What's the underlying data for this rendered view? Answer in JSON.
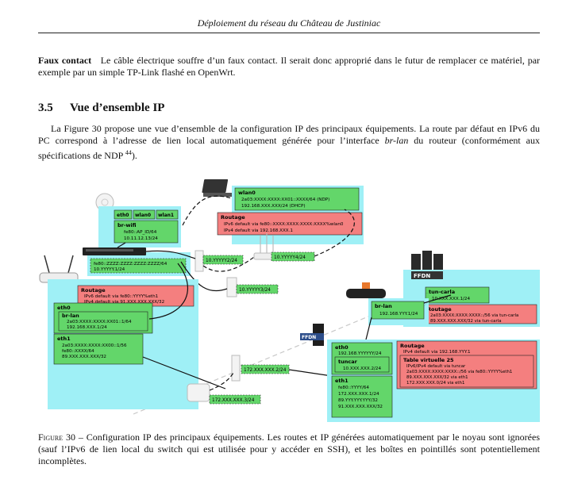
{
  "header": {
    "running_title": "Déploiement du réseau du Château de Justiniac"
  },
  "para1": {
    "lead": "Faux contact",
    "text": "Le câble électrique souffre d’un faux contact. Il serait donc approprié dans le futur de remplacer ce matériel, par exemple par un simple TP-Link flashé en OpenWrt."
  },
  "section": {
    "number": "3.5",
    "title": "Vue d’ensemble IP"
  },
  "para2": {
    "text_a": "La Figure 30 propose une vue d’ensemble de la configuration IP des principaux équipements. La route par défaut en IPv6 du PC correspond à l’adresse de lien local automatiquement générée pour l’interface ",
    "iface": "br-lan",
    "text_b": " du routeur (conformément aux spécifications de NDP ",
    "footnote": "44",
    "text_c": ")."
  },
  "figure": {
    "pc": {
      "iface": "wlan0",
      "addr1": "2a03:XXXX:XXXX:XX01::XXXX/64 (NDP)",
      "addr2": "192.168.XXX.XXX/24 (DHCP)",
      "route_title": "Routage",
      "route1": "IPv6 default via fe80::XXXX:XXXX:XXXX:XXXX%wlan0",
      "route2": "IPv4 default via 192.168.XXX.1"
    },
    "ap_left": {
      "tabs": [
        "eth0",
        "wlan0",
        "wlan1"
      ],
      "bridge": "br-wifi",
      "addr1": "fe80::AP_ID/64",
      "addr2": "10.11.12.13/24"
    },
    "switch": {
      "addr1": "fe80::ZZZZ:ZZZZ:ZZZZ:ZZZZ/64",
      "addr2": "10.YYYYY.1/24"
    },
    "router": {
      "route_title": "Routage",
      "route1": "IPv6 default via fe80::YYYY%eth1",
      "route2": "IPv4 default via 91.XXX.XXX.XXX/32",
      "eth0": "eth0",
      "brlan": "br-lan",
      "brlan_addr1": "2a03:XXXX:XXXX:XX01::1/64",
      "brlan_addr2": "192.168.XXX.1/24",
      "eth1": "eth1",
      "eth1_addr1": "2a03:XXXX:XXXX:XX00::1/56",
      "eth1_addr2": "fe80::XXXX/64",
      "eth1_addr3": "89.XXX.XXX.XXX/32"
    },
    "link_labels": {
      "a": "10.YYYYY2/24",
      "b": "10.YYYYY4/24",
      "c": "10.YYYYY3/24",
      "d": "172.XXX.XXX.2/24",
      "e": "172.XXX.XXX.3/24"
    },
    "server": {
      "iface": "tun-carla",
      "addr": "10.XXX.XXX.1/24",
      "route_title": "Routage",
      "route1": "2a03:XXXX:XXXX:XXXX::/56 via tun-carla",
      "route2": "89.XXX.XXX.XXX/32 via tun-carla",
      "logo": "FFDN"
    },
    "box": {
      "iface": "br-lan",
      "addr": "192.168.YYY.1/24"
    },
    "vpn": {
      "logo": "FFDN",
      "eth0": "eth0",
      "eth0_addr": "192.168.YYYYYY/24",
      "tuncar": "tuncar",
      "tuncar_addr": "10.XXX.XXX.2/24",
      "eth1": "eth1",
      "eth1_addr1": "fe80::YYYY/64",
      "eth1_addr2": "172.XXX.XXX.1/24",
      "eth1_addr3": "89.YYY.YYY.YYY/32",
      "eth1_addr4": "91.XXX.XXX.XXX/32",
      "route_title": "Routage",
      "route1": "IPv4 default via 192.168.YYY.1",
      "table_title": "Table virtuelle 25",
      "table1": "IPv6/IPv4 default via tuncar",
      "table2": "2a03:XXXX:XXXX:XXXX::/56 via fe80::YYYY%eth1",
      "table3": "89.XXX.XXX.XXX/32 via eth1",
      "table4": "172.XXX.XXX.0/24 via eth1"
    }
  },
  "caption": {
    "label": "Figure 30",
    "text": " – Configuration IP des principaux équipements. Les routes et IP générées automatiquement par le noyau sont ignorées (sauf l’IPv6 de lien local du switch qui est utilisée pour y accéder en SSH), et les boîtes en pointillés sont potentiellement incomplètes."
  },
  "colors": {
    "cyan": "#9ff0f6",
    "green": "#63d66a",
    "red": "#f47f7f",
    "line": "#111111"
  }
}
